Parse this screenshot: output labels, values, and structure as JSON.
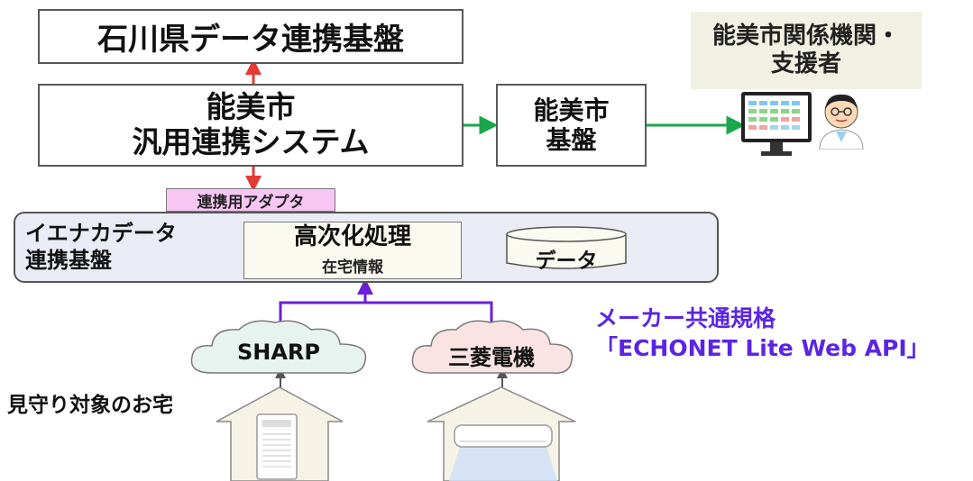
{
  "nodes": {
    "ishikawa_platform": "石川県データ連携基盤",
    "nomi_system": "能美市\n汎用連携システム",
    "nomi_base": "能美市\n基盤",
    "stakeholders": "能美市関係機関・\n支援者",
    "adapter": "連携用アダプタ",
    "ienaka_platform": "イエナカデータ\n連携基盤",
    "advanced_processing_title": "高次化処理",
    "advanced_processing_sub": "在宅情報",
    "data_store": "データ",
    "cloud_sharp": "SHARP",
    "cloud_mitsubishi": "三菱電機",
    "standard_label": "メーカー共通規格\n「ECHONET Lite Web API」",
    "homes_label": "見守り対象のお宅"
  },
  "colors": {
    "red_arrow": "#e53935",
    "green_arrow": "#1aa64a",
    "purple_line": "#6a1fd6",
    "adapter_fill": "#f7c6f2",
    "platform_fill": "#e9ecf4",
    "stakeholder_fill": "#f1f1e3",
    "cloud_sharp_fill": "#e6f3ef",
    "cloud_mitsubishi_fill": "#fbe3e3",
    "house_fill": "#f7f2e6",
    "standard_text": "#5b25e3"
  },
  "icons": [
    "monitor-icon",
    "doctor-icon",
    "air-purifier-icon",
    "air-conditioner-icon",
    "database-cylinder-icon",
    "cloud-icon",
    "house-icon"
  ]
}
